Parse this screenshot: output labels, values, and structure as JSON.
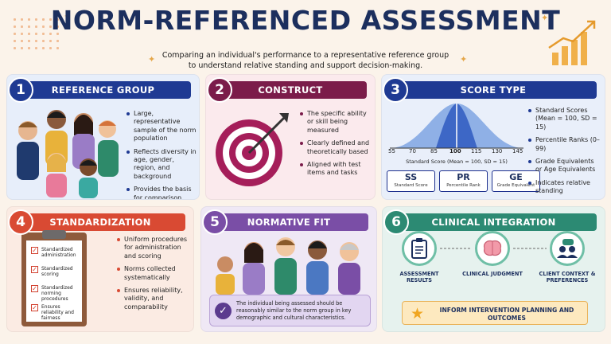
{
  "header": {
    "title": "NORM-REFERENCED ASSESSMENT",
    "subtitle_line1": "Comparing an individual's performance to a representative reference group",
    "subtitle_line2": "to understand relative standing and support decision-making."
  },
  "colors": {
    "navy": "#1c2f5e",
    "reference_group": "#1f3a93",
    "construct": "#7b1c4a",
    "score_type": "#1f3a93",
    "standardization": "#d94a33",
    "normative_fit": "#7a4ea6",
    "clinical_integration": "#2c8a73"
  },
  "cards": {
    "reference_group": {
      "number": "1",
      "title": "REFERENCE GROUP",
      "icon": "group-of-people-illustration",
      "bullets": [
        "Large, representative sample of the norm population",
        "Reflects diversity in age, gender, region, and background",
        "Provides the basis for comparison"
      ]
    },
    "construct": {
      "number": "2",
      "title": "CONSTRUCT",
      "icon": "target-arrow-icon",
      "bullets": [
        "The specific ability or skill being measured",
        "Clearly defined and theoretically based",
        "Aligned with test items and tasks"
      ]
    },
    "score_type": {
      "number": "3",
      "title": "SCORE TYPE",
      "ticks": [
        "55",
        "70",
        "85",
        "100",
        "115",
        "130",
        "145"
      ],
      "axis_caption": "Standard Score (Mean = 100, SD = 15)",
      "score_boxes": [
        {
          "abbr": "SS",
          "label": "Standard Score"
        },
        {
          "abbr": "PR",
          "label": "Percentile Rank"
        },
        {
          "abbr": "GE",
          "label": "Grade Equivalent"
        }
      ],
      "bullets": [
        "Standard Scores (Mean = 100, SD = 15)",
        "Percentile Ranks (0–99)",
        "Grade Equivalents or Age Equivalents",
        "Indicates relative standing"
      ]
    },
    "standardization": {
      "number": "4",
      "title": "STANDARDIZATION",
      "checklist": [
        "Standardized administration",
        "Standardized scoring",
        "Standardized norming procedures",
        "Ensures reliability and fairness"
      ],
      "bullets": [
        "Uniform procedures for administration and scoring",
        "Norms collected systematically",
        "Ensures reliability, validity, and comparability"
      ]
    },
    "normative_fit": {
      "number": "5",
      "title": "NORMATIVE FIT",
      "note": "The individual being assessed should be reasonably similar to the norm group in key demographic and cultural characteristics."
    },
    "clinical_integration": {
      "number": "6",
      "title": "CLINICAL INTEGRATION",
      "items": [
        {
          "label": "ASSESSMENT RESULTS",
          "icon": "clipboard-icon"
        },
        {
          "label": "CLINICAL JUDGMENT",
          "icon": "brain-icon"
        },
        {
          "label": "CLIENT CONTEXT & PREFERENCES",
          "icon": "people-chat-icon"
        }
      ],
      "outcome": "INFORM INTERVENTION PLANNING AND OUTCOMES"
    }
  }
}
